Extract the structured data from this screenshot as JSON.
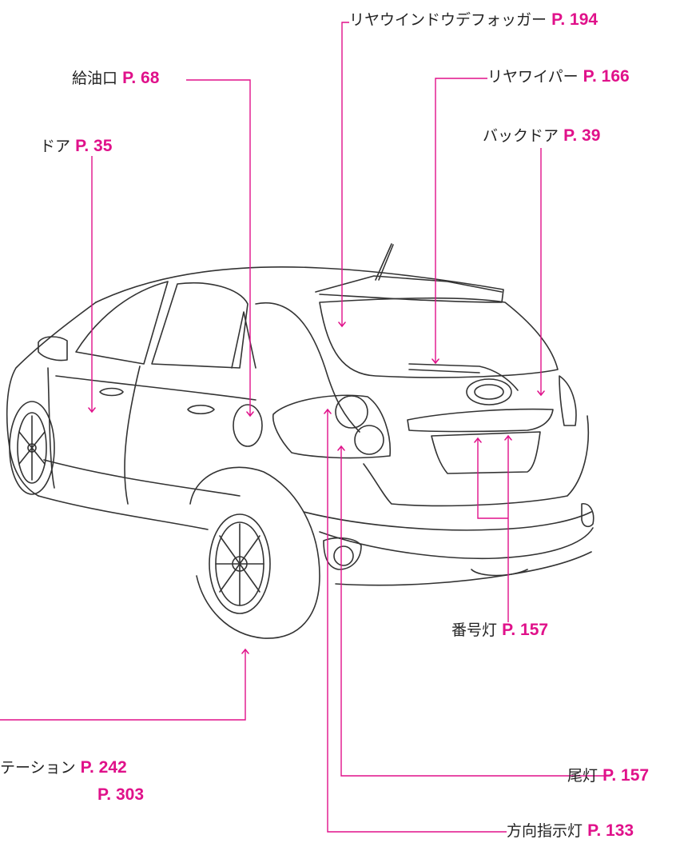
{
  "callouts": {
    "defogger": {
      "text": "リヤウインドウデフォッガー",
      "page": "P. 194"
    },
    "wiper": {
      "text": "リヤワイパー",
      "page": "P. 166"
    },
    "fuel": {
      "text": "給油口",
      "page": "P. 68"
    },
    "backdoor": {
      "text": "バックドア",
      "page": "P. 39"
    },
    "door": {
      "text": "ドア",
      "page": "P. 35"
    },
    "license": {
      "text": "番号灯",
      "page": "P. 157"
    },
    "tire": {
      "text": "テーション",
      "page": "P. 242",
      "page2": "P. 303"
    },
    "tail": {
      "text": "尾灯",
      "page": "P. 157"
    },
    "turn": {
      "text": "方向指示灯",
      "page": "P. 133"
    }
  },
  "colors": {
    "leader": "#e0118a",
    "outline": "#333333"
  }
}
